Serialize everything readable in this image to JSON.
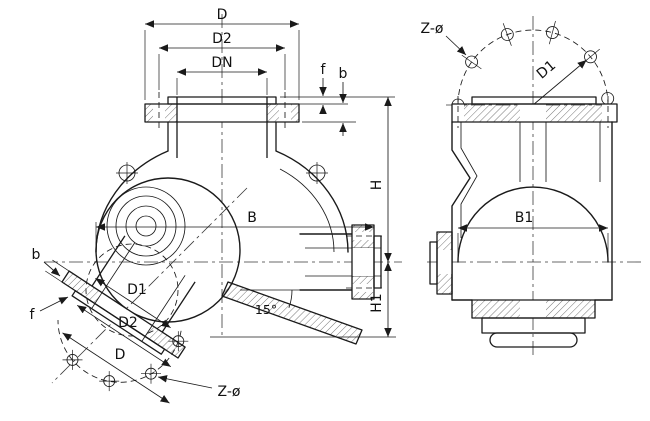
{
  "labels": {
    "left_view": {
      "dim_d": "D",
      "dim_d2": "D2",
      "dim_dn": "DN",
      "dim_f_top": "f",
      "dim_b_top": "b",
      "dim_h": "H",
      "dim_b": "B",
      "dim_h1": "H1",
      "dim_b_left": "b",
      "dim_f_left": "f",
      "dim_d1_bottom": "D1",
      "dim_d2_bottom": "D2",
      "dim_d_bottom": "D",
      "angle_seat": "15°",
      "bolt_callout": "Z-ø"
    },
    "right_view": {
      "bolt_callout": "Z-ø",
      "dim_d1": "D1",
      "dim_b1": "B1"
    }
  },
  "colors": {
    "line": "#1a1a1a",
    "background": "#ffffff"
  }
}
